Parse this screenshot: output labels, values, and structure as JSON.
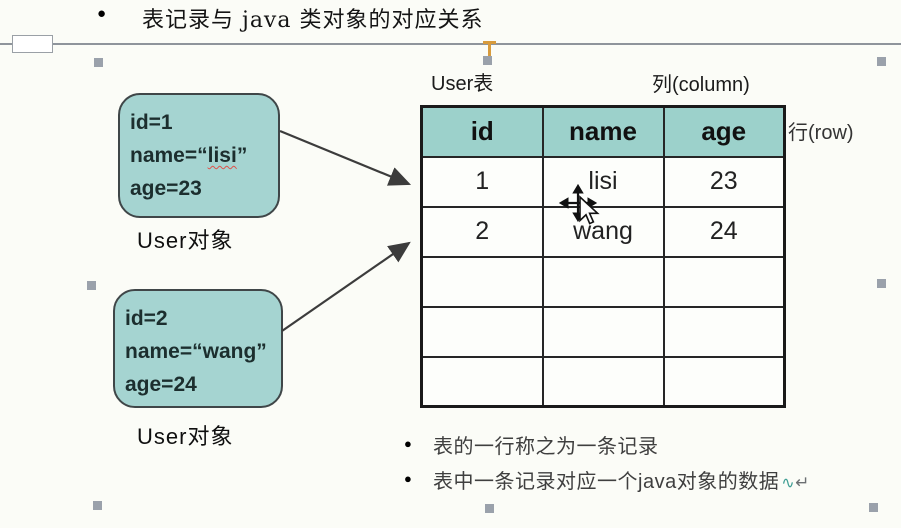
{
  "colors": {
    "background": "#fbfcf7",
    "teal_fill": "#a5d4d1",
    "header_fill": "#9cd1cb",
    "border_dark": "#3f4648",
    "divider_gray": "#8e949b",
    "handle_gray": "#9aa1ab",
    "rotation_orange": "#d89b3c",
    "arrow_color": "#3c3c3c",
    "squiggle_red": "#e0524a",
    "return_teal": "#3f9e94"
  },
  "title": {
    "bullet": "●",
    "text": "表记录与 java 类对象的对应关系"
  },
  "objects": [
    {
      "line1": "id=1",
      "line2_prefix": "name=“",
      "line2_word": "lisi",
      "line2_suffix": "”",
      "line3": "age=23",
      "label": "User对象"
    },
    {
      "line1": "id=2",
      "line2_prefix": "name=“",
      "line2_word": "wang",
      "line2_suffix": "”",
      "line3": "age=24",
      "label": "User对象"
    }
  ],
  "table": {
    "caption": "User表",
    "column_label": "列(column)",
    "row_label": "行(row)",
    "headers": [
      "id",
      "name",
      "age"
    ],
    "rows": [
      [
        "1",
        "lisi",
        "23"
      ],
      [
        "2",
        "wang",
        "24"
      ],
      [
        "",
        "",
        ""
      ],
      [
        "",
        "",
        ""
      ],
      [
        "",
        "",
        ""
      ]
    ]
  },
  "notes": {
    "bullet": "●",
    "items": [
      "表的一行称之为一条记录",
      "表中一条记录对应一个java对象的数据"
    ],
    "wave_mark": "∿",
    "return_mark": "↵"
  }
}
